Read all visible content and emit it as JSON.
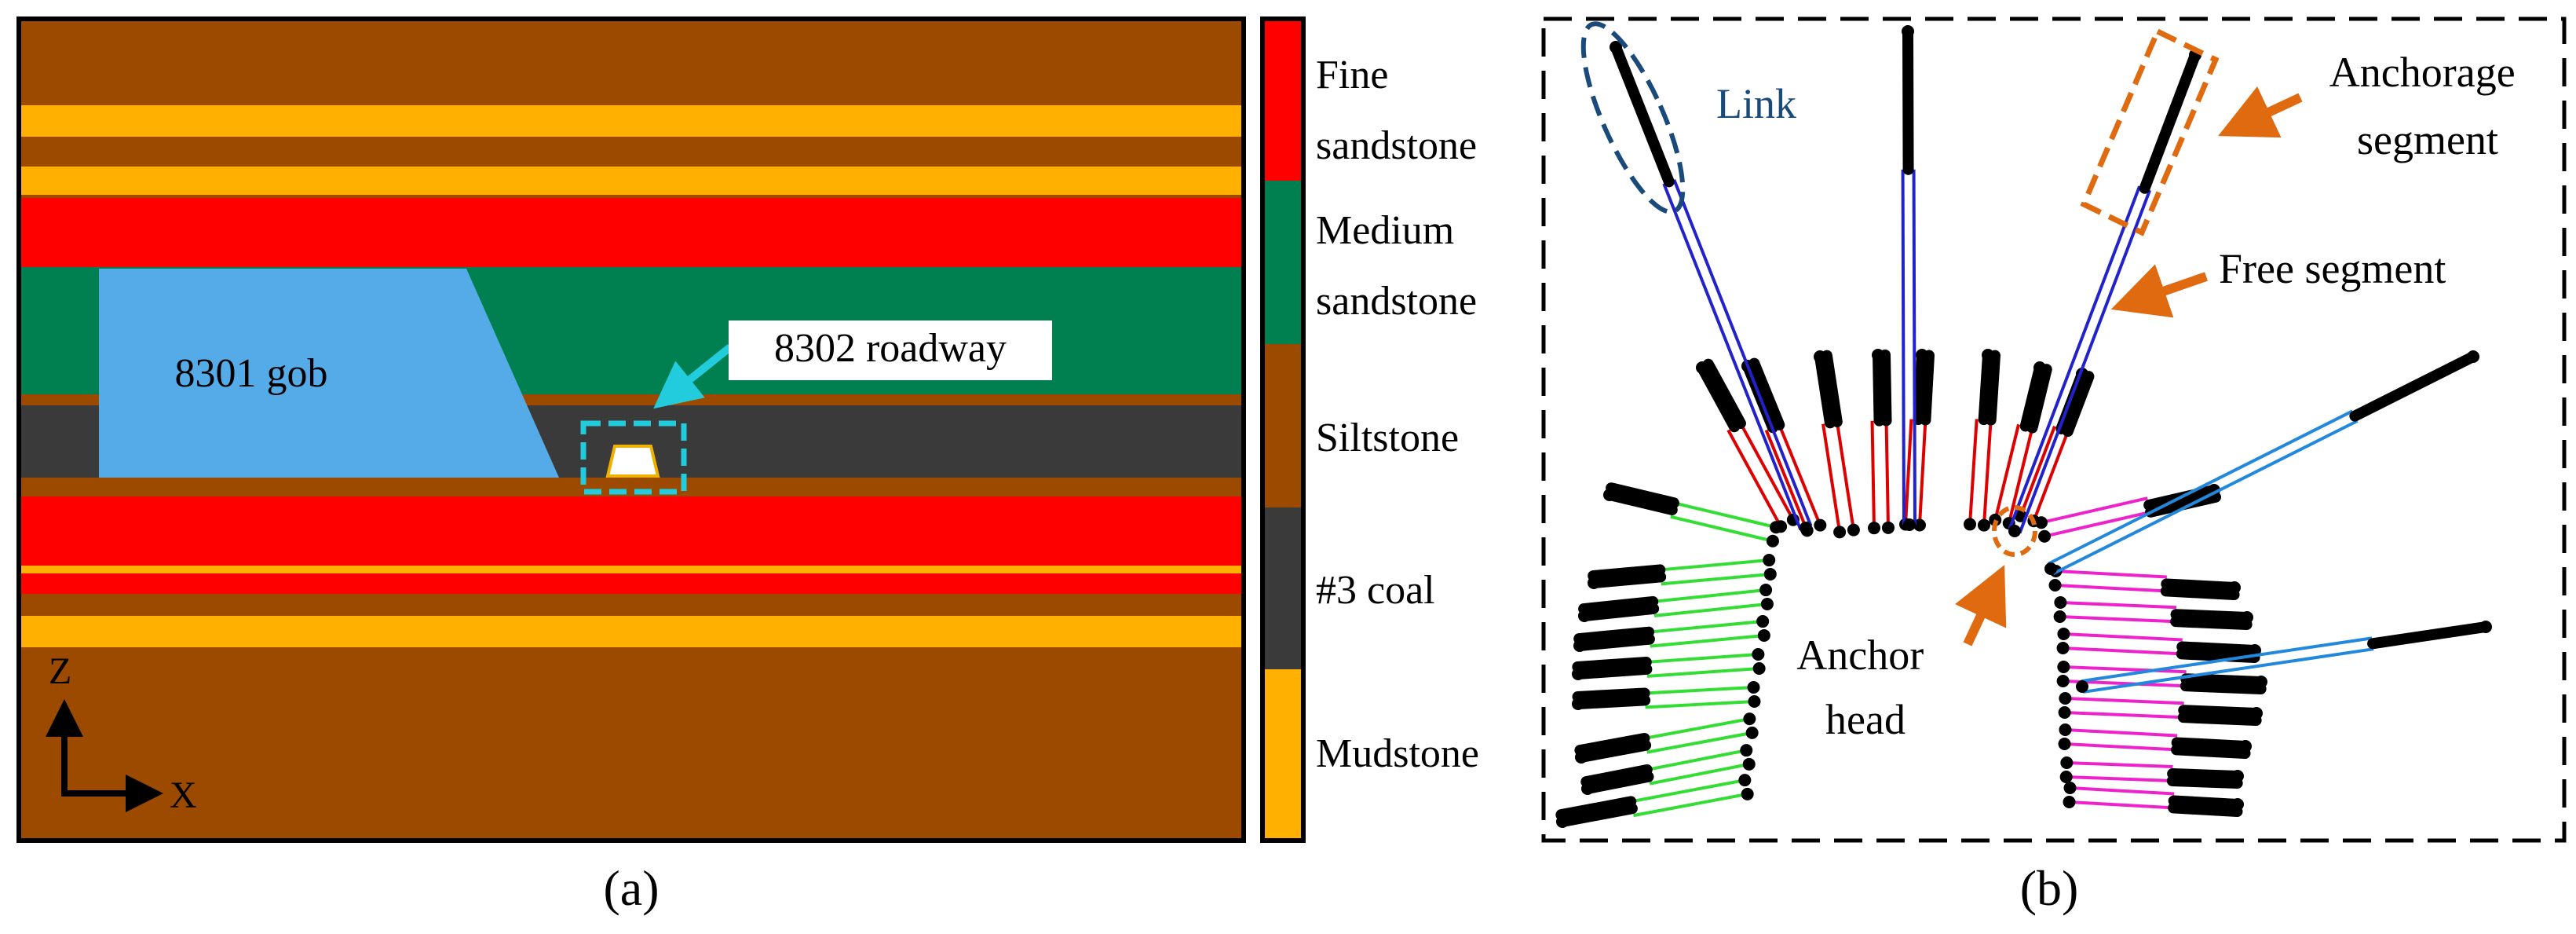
{
  "panel_a": {
    "caption": "(a)",
    "gob_label": "8301 gob",
    "roadway_label": "8302 roadway",
    "axis_z": "Z",
    "axis_x": "X"
  },
  "legend": {
    "items": [
      {
        "label_lines": [
          "Fine",
          "sandstone"
        ],
        "color": "#ff0000"
      },
      {
        "label_lines": [
          "Medium",
          "sandstone"
        ],
        "color": "#008050"
      },
      {
        "label_lines": [
          "Siltstone"
        ],
        "color": "#9c4a00"
      },
      {
        "label_lines": [
          "#3 coal"
        ],
        "color": "#3a3a3a"
      },
      {
        "label_lines": [
          "Mudstone"
        ],
        "color": "#ffb000"
      }
    ]
  },
  "panel_b": {
    "caption": "(b)",
    "link_label": "Link",
    "anchorage_label_lines": [
      "Anchorage",
      "segment"
    ],
    "free_label": "Free segment",
    "anchor_head_lines": [
      "Anchor",
      "head"
    ]
  },
  "colors": {
    "siltstone": "#9c4a00",
    "mudstone": "#ffb000",
    "fine_sandstone": "#ff0000",
    "medium_sandstone": "#008050",
    "coal": "#3a3a3a",
    "gob": "#55aae8",
    "highlight_cyan": "#22ccdd",
    "callout_orange": "#e06a10",
    "link_blue": "#1a4a7a",
    "bolt_blue": "#2222cc",
    "cable_blue": "#2288dd",
    "bolt_red": "#dd0000",
    "bolt_green": "#33dd33",
    "bolt_magenta": "#ee22cc"
  }
}
